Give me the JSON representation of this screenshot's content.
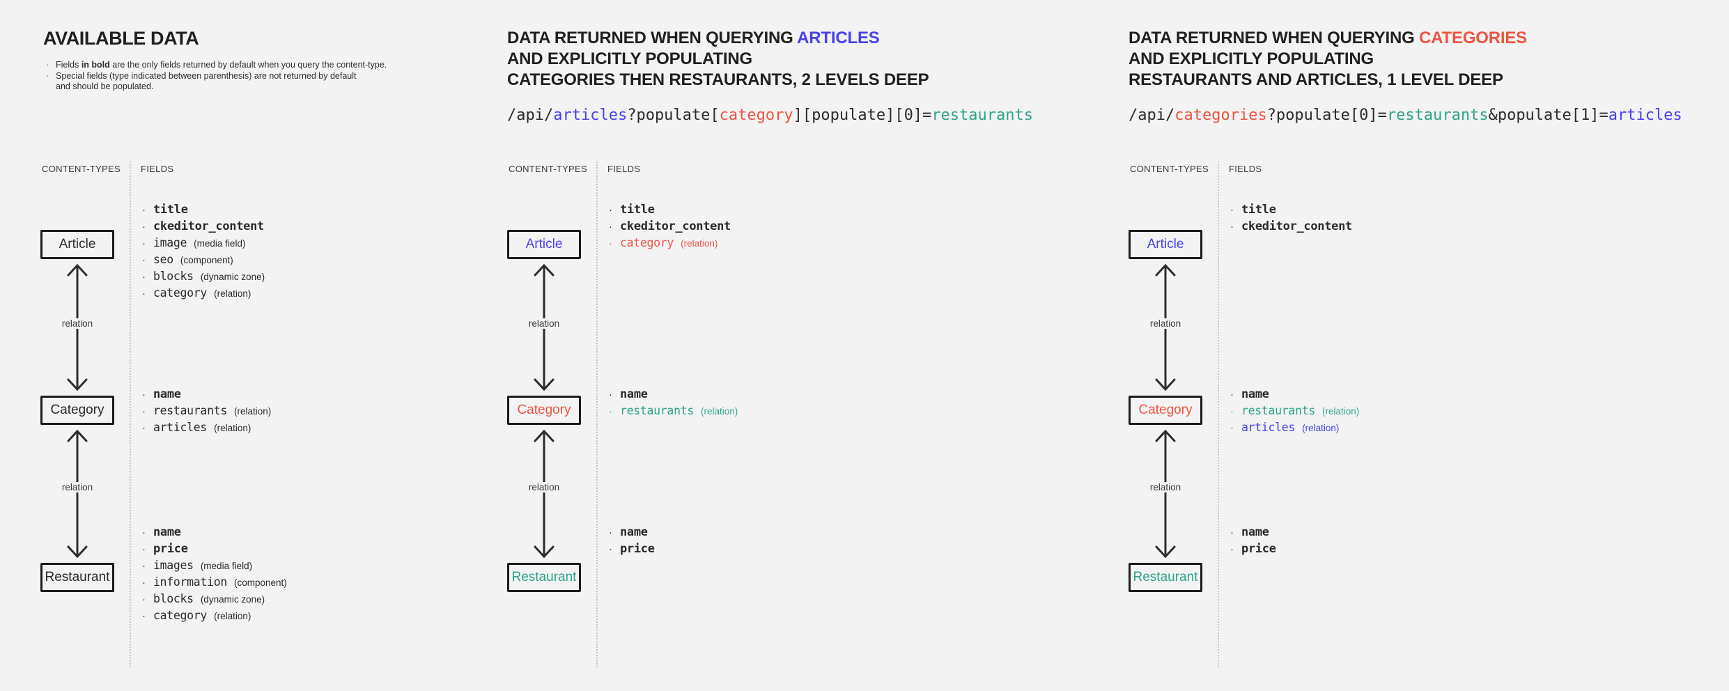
{
  "background": "#f3f3f4",
  "palette": {
    "dark": "#2b2b2b",
    "blue": "#4741ee",
    "red": "#ed5540",
    "teal": "#2da489"
  },
  "shared": {
    "content_types_header": "CONTENT-TYPES",
    "fields_header": "FIELDS",
    "relation_label": "relation"
  },
  "col1": {
    "title": "AVAILABLE DATA",
    "note1": {
      "pre": "Fields ",
      "bold": "in bold",
      "post": " are the only fields returned by default when you query the content-type."
    },
    "note2": "Special fields (type indicated between parenthesis) are not returned by default\nand should be populated.",
    "types": {
      "article": {
        "label": "Article",
        "color": "dark",
        "fields": [
          {
            "name": "title",
            "color": "dark"
          },
          {
            "name": "ckeditor_content",
            "color": "dark"
          },
          {
            "name": "image",
            "type": "(media field)",
            "color": "dark"
          },
          {
            "name": "seo",
            "type": "(component)",
            "color": "dark"
          },
          {
            "name": "blocks",
            "type": "(dynamic zone)",
            "color": "dark"
          },
          {
            "name": "category",
            "type": "(relation)",
            "color": "dark"
          }
        ]
      },
      "category": {
        "label": "Category",
        "color": "dark",
        "fields": [
          {
            "name": "name",
            "color": "dark"
          },
          {
            "name": "restaurants",
            "type": "(relation)",
            "color": "dark"
          },
          {
            "name": "articles",
            "type": "(relation)",
            "color": "dark"
          }
        ]
      },
      "restaurant": {
        "label": "Restaurant",
        "color": "dark",
        "fields": [
          {
            "name": "name",
            "color": "dark"
          },
          {
            "name": "price",
            "color": "dark"
          },
          {
            "name": "images",
            "type": "(media field)",
            "color": "dark"
          },
          {
            "name": "information",
            "type": "(component)",
            "color": "dark"
          },
          {
            "name": "blocks",
            "type": "(dynamic zone)",
            "color": "dark"
          },
          {
            "name": "category",
            "type": "(relation)",
            "color": "dark"
          }
        ]
      }
    }
  },
  "col2": {
    "title_line1_pre": "DATA RETURNED WHEN QUERYING ",
    "title_line1_highlight": "ARTICLES",
    "title_line1_color": "blue",
    "title_line2": "AND EXPLICITLY POPULATING",
    "title_line3": "CATEGORIES THEN RESTAURANTS, 2 LEVELS DEEP",
    "url_segments": [
      {
        "text": "/api/",
        "color": "dark"
      },
      {
        "text": "articles",
        "color": "blue"
      },
      {
        "text": "?populate[",
        "color": "dark"
      },
      {
        "text": "category",
        "color": "red"
      },
      {
        "text": "][populate][0]=",
        "color": "dark"
      },
      {
        "text": "restaurants",
        "color": "teal"
      }
    ],
    "types": {
      "article": {
        "label": "Article",
        "color": "blue",
        "fields": [
          {
            "name": "title",
            "color": "dark"
          },
          {
            "name": "ckeditor_content",
            "color": "dark"
          },
          {
            "name": "category",
            "type": "(relation)",
            "color": "red"
          }
        ]
      },
      "category": {
        "label": "Category",
        "color": "red",
        "fields": [
          {
            "name": "name",
            "color": "dark"
          },
          {
            "name": "restaurants",
            "type": "(relation)",
            "color": "teal"
          }
        ]
      },
      "restaurant": {
        "label": "Restaurant",
        "color": "teal",
        "fields": [
          {
            "name": "name",
            "color": "dark"
          },
          {
            "name": "price",
            "color": "dark"
          }
        ]
      }
    }
  },
  "col3": {
    "title_line1_pre": "DATA RETURNED WHEN QUERYING ",
    "title_line1_highlight": "CATEGORIES",
    "title_line1_color": "red",
    "title_line2": "AND EXPLICITLY POPULATING",
    "title_line3": "RESTAURANTS AND ARTICLES, 1 LEVEL DEEP",
    "url_segments": [
      {
        "text": "/api/",
        "color": "dark"
      },
      {
        "text": "categories",
        "color": "red"
      },
      {
        "text": "?populate[0]=",
        "color": "dark"
      },
      {
        "text": "restaurants",
        "color": "teal"
      },
      {
        "text": "&populate[1]=",
        "color": "dark"
      },
      {
        "text": "articles",
        "color": "blue"
      }
    ],
    "types": {
      "article": {
        "label": "Article",
        "color": "blue",
        "fields": [
          {
            "name": "title",
            "color": "dark"
          },
          {
            "name": "ckeditor_content",
            "color": "dark"
          }
        ]
      },
      "category": {
        "label": "Category",
        "color": "red",
        "fields": [
          {
            "name": "name",
            "color": "dark"
          },
          {
            "name": "restaurants",
            "type": "(relation)",
            "color": "teal"
          },
          {
            "name": "articles",
            "type": "(relation)",
            "color": "blue"
          }
        ]
      },
      "restaurant": {
        "label": "Restaurant",
        "color": "teal",
        "fields": [
          {
            "name": "name",
            "color": "dark"
          },
          {
            "name": "price",
            "color": "dark"
          }
        ]
      }
    }
  }
}
